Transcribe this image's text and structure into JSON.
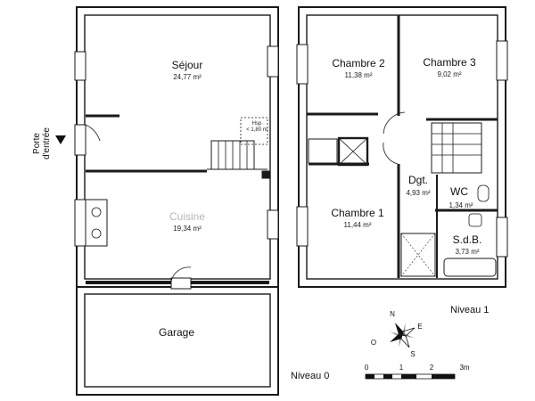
{
  "entrance_label": "Porte\nd'entrée",
  "level0": {
    "label": "Niveau 0",
    "rooms": [
      {
        "name": "Séjour",
        "area": "24,77 m²"
      },
      {
        "name": "Cuisine",
        "area": "19,34 m²"
      },
      {
        "name": "Garage",
        "area": ""
      }
    ],
    "stair_note": "Hsp\n< 1,80 m"
  },
  "level1": {
    "label": "Niveau 1",
    "rooms": [
      {
        "name": "Chambre 2",
        "area": "11,38 m²"
      },
      {
        "name": "Chambre 3",
        "area": "9,02 m²"
      },
      {
        "name": "Dgt.",
        "area": "4,93 m²"
      },
      {
        "name": "WC",
        "area": "1,34 m²"
      },
      {
        "name": "Chambre 1",
        "area": "11,44 m²"
      },
      {
        "name": "S.d.B.",
        "area": "3,73 m²"
      }
    ]
  },
  "scale": {
    "ticks": [
      "0",
      "1",
      "2",
      "3m"
    ]
  },
  "compass": {
    "letters": [
      "N",
      "S",
      "E",
      "O"
    ]
  },
  "colors": {
    "wall": "#1a1a1a",
    "wall_fill": "#ffffff",
    "ghost_text": "#b7b7b7"
  }
}
